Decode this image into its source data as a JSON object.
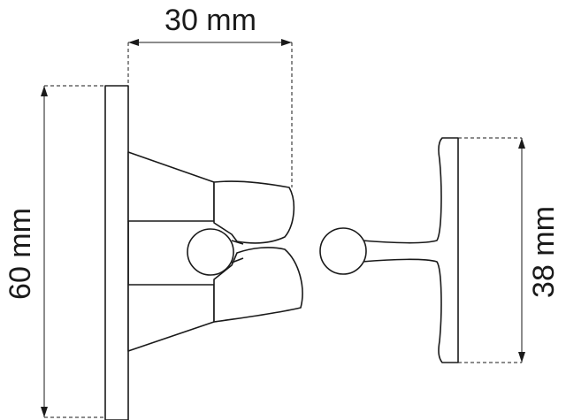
{
  "dimensions": {
    "top_width": "30 mm",
    "left_height": "60 mm",
    "right_height": "38 mm"
  }
}
